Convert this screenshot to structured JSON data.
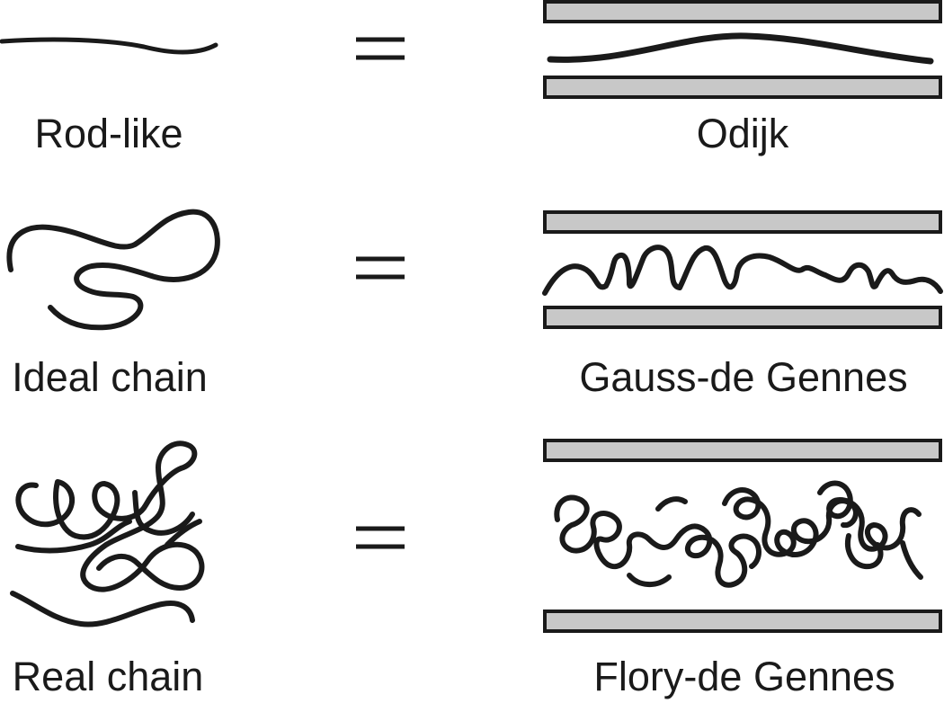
{
  "rows": [
    {
      "left_label": "Rod-like",
      "relation": "=",
      "right_label": "Odijk"
    },
    {
      "left_label": "Ideal chain",
      "relation": "=",
      "right_label": "Gauss-de Gennes"
    },
    {
      "left_label": "Real chain",
      "relation": "=",
      "right_label": "Flory-de Gennes"
    }
  ],
  "colors": {
    "ink": "#1a1a1a",
    "slit_wall_fill": "#c8c8c8",
    "slit_wall_stroke": "#1a1a1a"
  }
}
